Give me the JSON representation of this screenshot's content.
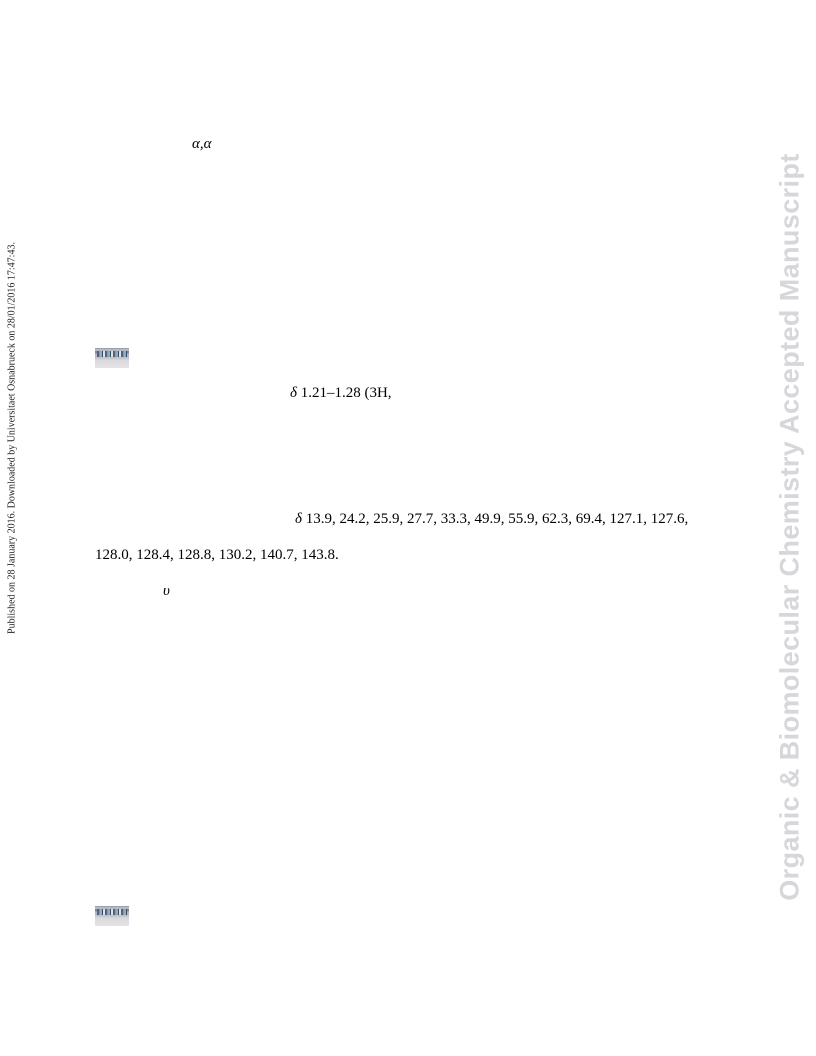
{
  "side_note": "Published on 28 January 2016. Downloaded by Universitaet Osnabrueck on 28/01/2016 17:47:43.",
  "watermark": "Organic & Biomolecular Chemistry Accepted Manuscript",
  "fragments": {
    "alpha_alpha": "α,α",
    "h_nmr_symbol": "δ",
    "h_nmr_text": "1.21–1.28 (3H,",
    "c_nmr_symbol": "δ",
    "c_nmr_line1": "13.9, 24.2, 25.9, 27.7, 33.3, 49.9, 55.9, 62.3, 69.4, 127.1, 127.6,",
    "c_nmr_line2": "128.0, 128.4, 128.8, 130.2, 140.7, 143.8.",
    "ir_symbol": "υ"
  }
}
